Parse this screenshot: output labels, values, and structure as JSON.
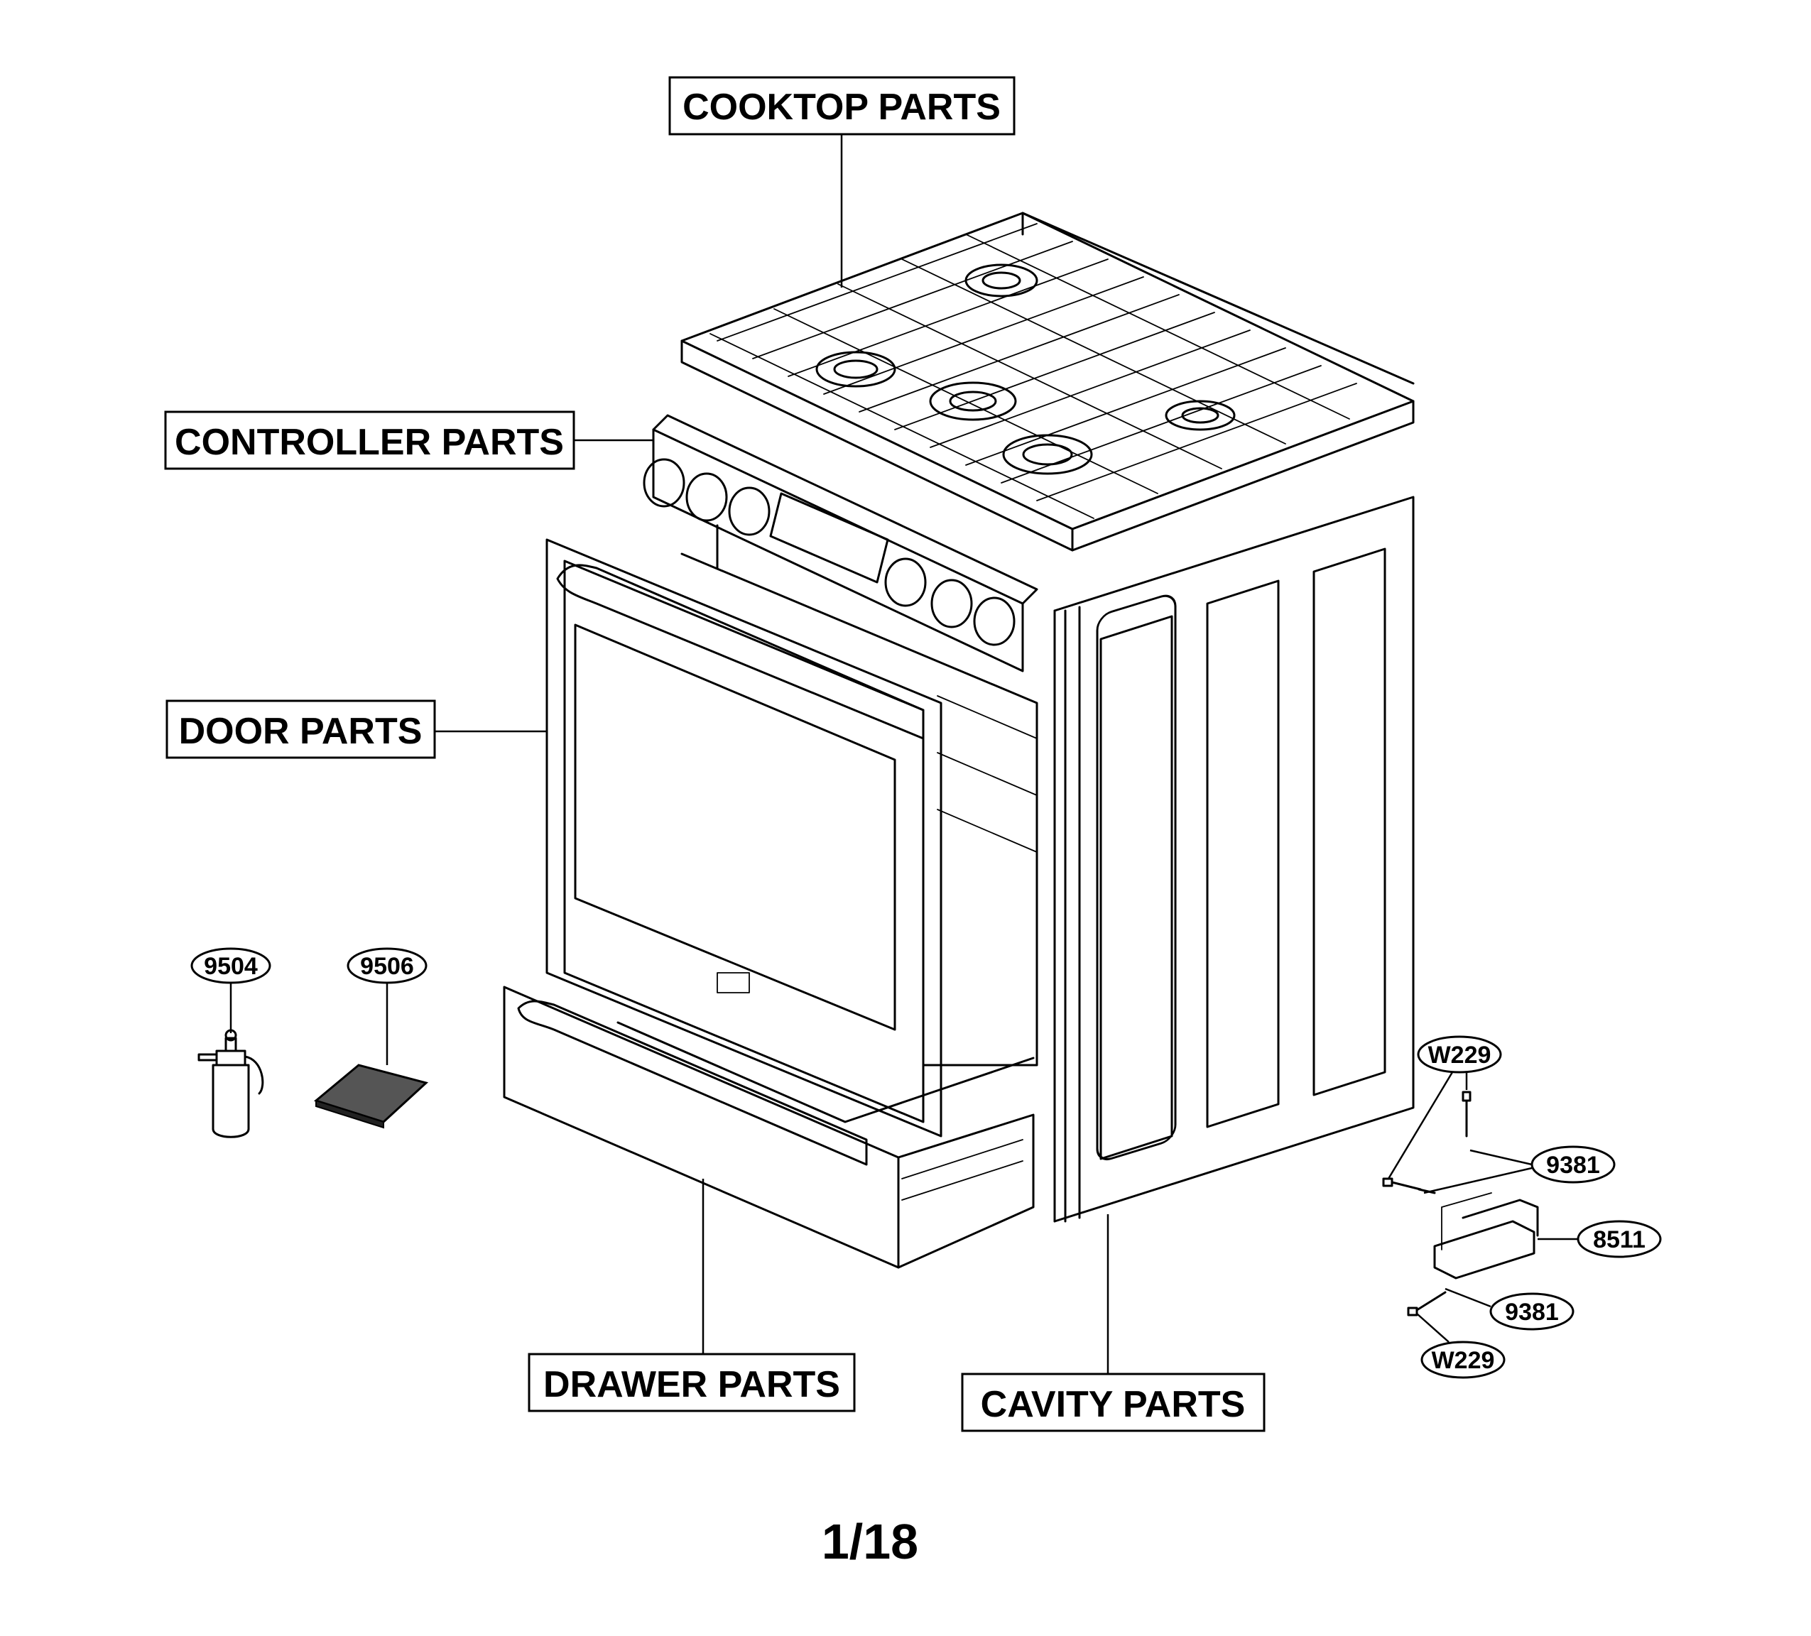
{
  "section_labels": {
    "cooktop": "COOKTOP PARTS",
    "controller": "CONTROLLER PARTS",
    "door": "DOOR PARTS",
    "drawer": "DRAWER PARTS",
    "cavity": "CAVITY PARTS"
  },
  "part_callouts": {
    "p9504": "9504",
    "p9506": "9506",
    "w229_top": "W229",
    "p9381_top": "9381",
    "p8511": "8511",
    "p9381_bottom": "9381",
    "w229_bottom": "W229"
  },
  "page_number": "1/18"
}
